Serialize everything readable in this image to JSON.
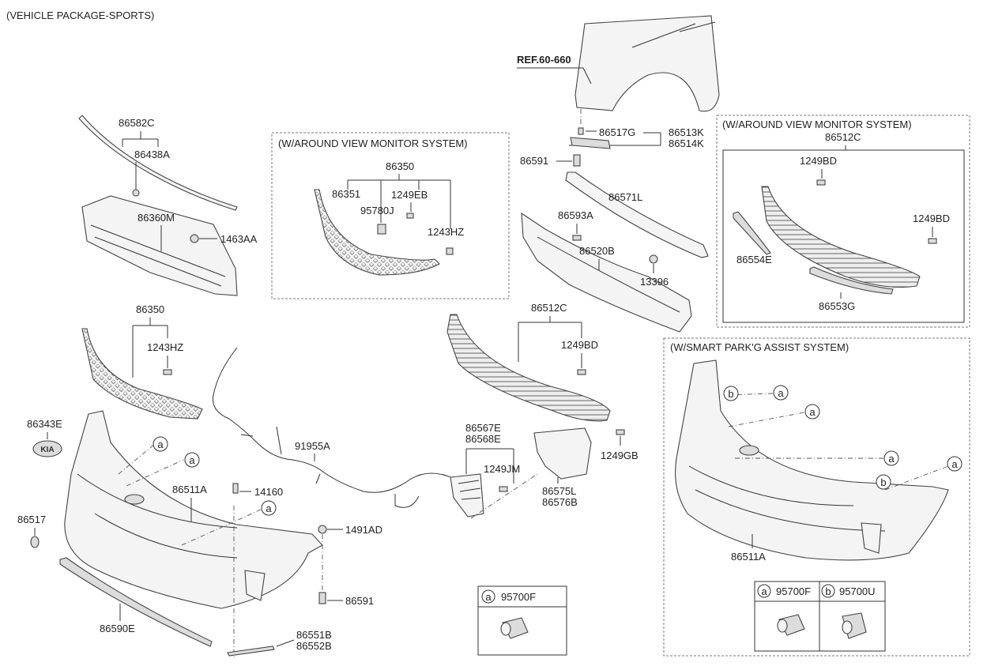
{
  "header": "(VEHICLE PACKAGE-SPORTS)",
  "callouts": {
    "a": "a",
    "b": "b"
  },
  "groups": {
    "avm_grille": "(W/AROUND VIEW MONITOR SYSTEM)",
    "avm_lower": "(W/AROUND VIEW MONITOR SYSTEM)",
    "spas": "(W/SMART PARK'G ASSIST SYSTEM)"
  },
  "parts": {
    "p86582C": "86582C",
    "p86438A": "86438A",
    "p86360M": "86360M",
    "p1463AA": "1463AA",
    "p86350_main": "86350",
    "p1243HZ_main": "1243HZ",
    "p86343E": "86343E",
    "p86511A_main": "86511A",
    "p14160": "14160",
    "p86517": "86517",
    "p1491AD": "1491AD",
    "p86591_low": "86591",
    "p86590E": "86590E",
    "p86551B": "86551B",
    "p86552B": "86552B",
    "p91955A": "91955A",
    "p86350_avm": "86350",
    "p86351": "86351",
    "p1249EB": "1249EB",
    "p95780J": "95780J",
    "p1243HZ_avm": "1243HZ",
    "ref": "REF.60-660",
    "p86517G": "86517G",
    "p86513K": "86513K",
    "p86514K": "86514K",
    "p86591_top": "86591",
    "p86571L": "86571L",
    "p86593A": "86593A",
    "p86520B": "86520B",
    "p13396": "13396",
    "p86512C_main": "86512C",
    "p1249BD_main": "1249BD",
    "p86567E": "86567E",
    "p86568E": "86568E",
    "p1249JM": "1249JM",
    "p86575L": "86575L",
    "p86576B": "86576B",
    "p1249GB": "1249GB",
    "p86512C_avm": "86512C",
    "p1249BD_avm1": "1249BD",
    "p1249BD_avm2": "1249BD",
    "p86554E": "86554E",
    "p86553G": "86553G",
    "p86511A_spas": "86511A",
    "p95700F_mid": "95700F",
    "p95700F_spas": "95700F",
    "p95700U": "95700U"
  }
}
